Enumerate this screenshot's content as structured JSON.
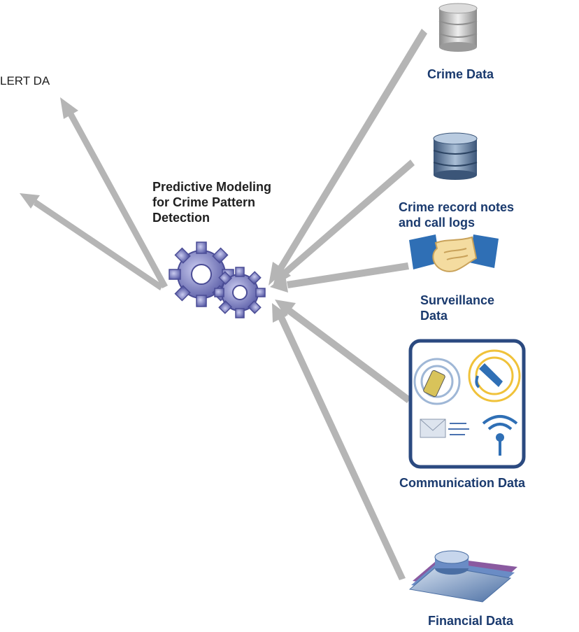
{
  "diagram": {
    "center_label_lines": [
      "Predictive Modeling",
      "for Crime Pattern",
      "Detection"
    ],
    "output_label": "LERT DA",
    "sources": {
      "crime_data": "Crime Data",
      "record_notes": [
        "Crime record notes",
        "and call logs"
      ],
      "surveillance": [
        "Surveillance",
        "Data"
      ],
      "communication": "Communication Data",
      "financial": "Financial Data"
    },
    "colors": {
      "arrow": "#b5b5b5",
      "label_navy": "#1a3a6e",
      "gear": "#6a6cb0",
      "frame": "#2b4a80"
    },
    "icons": [
      "database-icon",
      "database-icon",
      "handshake-icon",
      "communication-icon",
      "financial-icon",
      "gears-icon"
    ]
  }
}
